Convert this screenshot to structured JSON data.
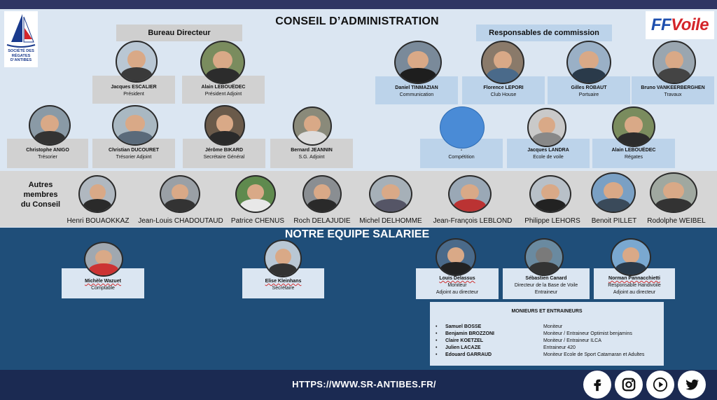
{
  "header": {
    "title": "CONSEIL D’ADMINISTRATION",
    "bureau_label": "Bureau Directeur",
    "responsables_label": "Responsables de commission",
    "logo_left_text": [
      "SOCIÉTÉ DES",
      "RÉGATES",
      "D’ANTIBES"
    ],
    "logo_right_text_a": "FF",
    "logo_right_text_b": "Voile"
  },
  "bureau": [
    {
      "name": "Jacques ESCALIER",
      "role": "Président"
    },
    {
      "name": "Alain LEBOUËDEC",
      "role": "Président Adjoint"
    },
    {
      "name": "Christophe ANIGO",
      "role": "Trésorier"
    },
    {
      "name": "Christian DUCOURET",
      "role": "Trésorier Adjoint"
    },
    {
      "name": "Jérôme BIKARD",
      "role": "Secrétaire Général"
    },
    {
      "name": "Bernard JEANNIN",
      "role": "S.G. Adjoint"
    }
  ],
  "commissions": [
    {
      "name": "Daniel TINMAZIAN",
      "role": "Communication"
    },
    {
      "name": "Florence LEPORI",
      "role": "Club House"
    },
    {
      "name": "Gilles ROBAUT",
      "role": "Portuaire"
    },
    {
      "name": "Bruno VANKEERBERGHEN",
      "role": "Travaux"
    },
    {
      "name": "-",
      "role": "Compétition"
    },
    {
      "name": "Jacques LANDRA",
      "role": "Ecole de voile"
    },
    {
      "name": "Alain LEBOUËDEC",
      "role": "Régates"
    }
  ],
  "autres": {
    "label_lines": [
      "Autres",
      "membres",
      "du Conseil"
    ],
    "members": [
      "Henri BOUAOKKAZ",
      "Jean-Louis CHADOUTAUD",
      "Patrice CHENUS",
      "Roch DELAJUDIE",
      "Michel DELHOMME",
      "Jean-François LEBLOND",
      "Philippe LEHORS",
      "Benoit PILLET",
      "Rodolphe WEIBEL"
    ]
  },
  "salariee": {
    "title": "NOTRE EQUIPE SALARIEE",
    "staff": [
      {
        "name": "Michèle Wazuet",
        "role1": "Comptable",
        "role2": ""
      },
      {
        "name": "Elise Kleinhans",
        "role1": "Secrétaire",
        "role2": ""
      },
      {
        "name": "Louis Delassus",
        "role1": "Moniteur",
        "role2": "Adjoint au directeur"
      },
      {
        "name": "Sébastien Canard",
        "role1": "Directeur de la Base de Voile",
        "role2": "Entraineur"
      },
      {
        "name": "Norman Pannacchietti",
        "role1": "Responsable Handivoile",
        "role2": "Adjoint au directeur"
      }
    ]
  },
  "moniteurs": {
    "title": "MONIEURS ET ENTRAINEURS",
    "bullet": "•",
    "rows": [
      {
        "name": "Samuel BOSSE",
        "role": "Moniteur"
      },
      {
        "name": "Benjamin BROZZONI",
        "role": "Moniteur / Entraineur Optimist benjamins"
      },
      {
        "name": "Claire KOETZEL",
        "role": "Moniteur / Entraineur ILCA"
      },
      {
        "name": "Julien LACAZE",
        "role": "Entraineur 420"
      },
      {
        "name": "Edouard GARRAUD",
        "role": "Moniteur Ecole de Sport Catamaran et Adultes"
      }
    ]
  },
  "footer": {
    "url": "HTTPS://WWW.SR-ANTIBES.FR/",
    "social_icons": [
      "facebook-icon",
      "instagram-icon",
      "youtube-icon",
      "twitter-icon"
    ]
  },
  "colors": {
    "top_bar": "#2f3563",
    "upper_bg": "#dbe6f2",
    "lower_bg": "#1f4e79",
    "footer_bg": "#1b2a52",
    "grey_card": "#d1d1d1",
    "blue_card": "#bcd3ea"
  }
}
